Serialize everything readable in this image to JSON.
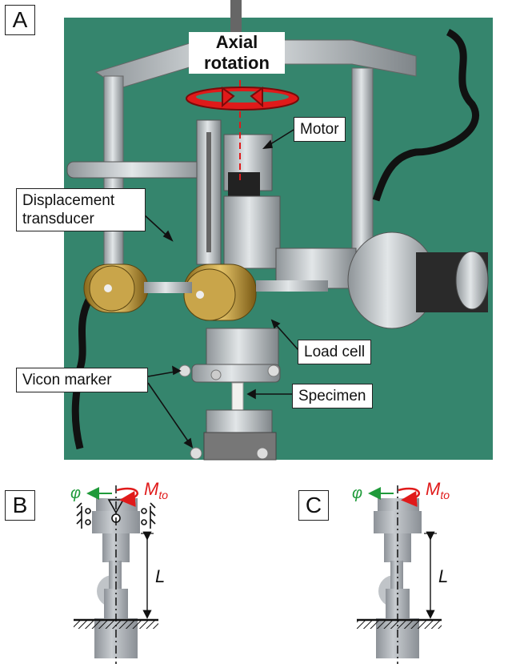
{
  "panels": {
    "a": "A",
    "b": "B",
    "c": "C"
  },
  "labels": {
    "axial_line1": "Axial",
    "axial_line2": "rotation",
    "motor": "Motor",
    "displacement_line1": "Displacement",
    "displacement_line2": "transducer",
    "load_cell": "Load cell",
    "vicon_marker": "Vicon marker",
    "specimen": "Specimen"
  },
  "diagram": {
    "phi": "φ",
    "moment_main": "M",
    "moment_sub": "to",
    "length": "L"
  },
  "colors": {
    "backdrop": "#3a8a72",
    "rotation_arrow": "#e01a1a",
    "phi_arrow": "#1f9a3a",
    "moment": "#e01a1a",
    "column": "#a9aeb4"
  }
}
